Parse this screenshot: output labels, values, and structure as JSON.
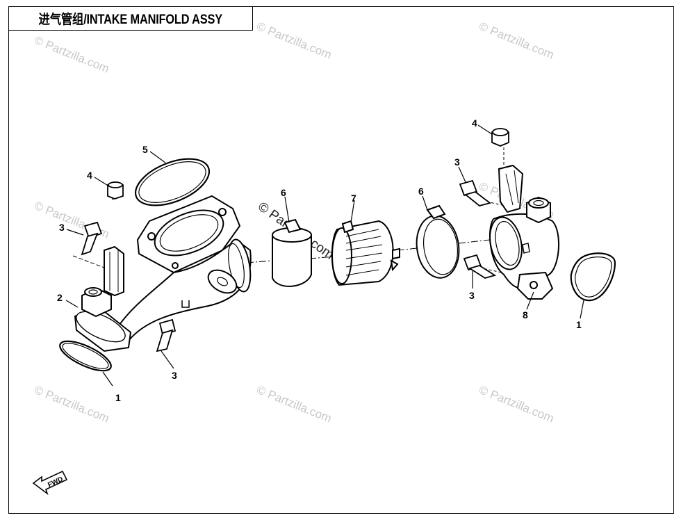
{
  "title": "进气管组/INTAKE MANIFOLD ASSY",
  "watermark": "© Partzilla.com",
  "center_watermark": "© Partzilla.com",
  "fwd_label": "FWD",
  "callouts": [
    {
      "id": "c1a",
      "label": "1"
    },
    {
      "id": "c2",
      "label": "2"
    },
    {
      "id": "c3a",
      "label": "3"
    },
    {
      "id": "c3b",
      "label": "3"
    },
    {
      "id": "c4a",
      "label": "4"
    },
    {
      "id": "c5",
      "label": "5"
    },
    {
      "id": "c6a",
      "label": "6"
    },
    {
      "id": "c7",
      "label": "7"
    },
    {
      "id": "c6b",
      "label": "6"
    },
    {
      "id": "c4b",
      "label": "4"
    },
    {
      "id": "c3c",
      "label": "3"
    },
    {
      "id": "c3d",
      "label": "3"
    },
    {
      "id": "c8",
      "label": "8"
    },
    {
      "id": "c1b",
      "label": "1"
    }
  ]
}
